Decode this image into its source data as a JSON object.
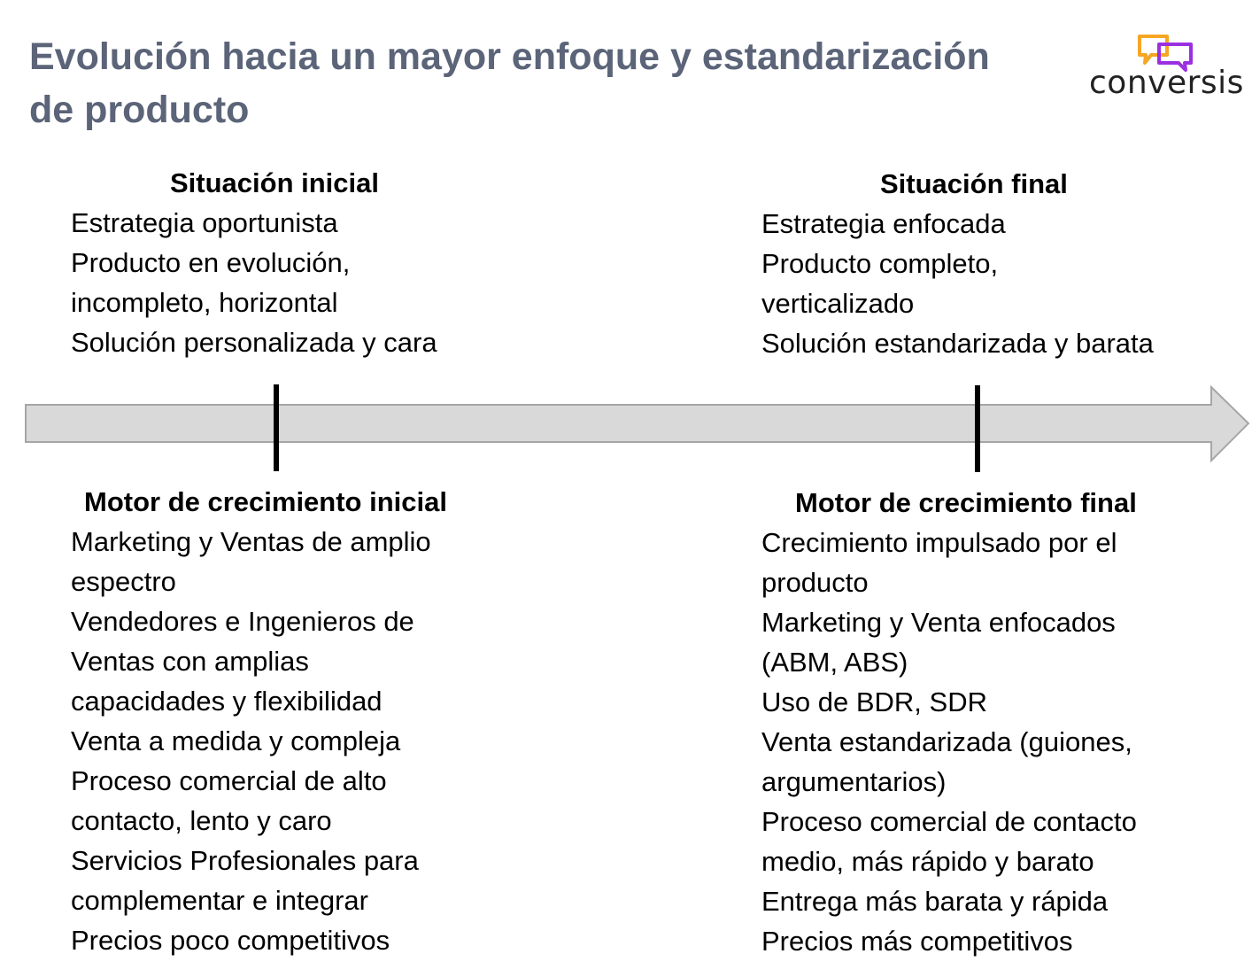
{
  "title": "Evolución hacia un mayor enfoque y estandarización de producto",
  "logo": {
    "text": "conversis",
    "icon": "chat-bubbles-icon",
    "colors": {
      "orange": "#f5a623",
      "purple": "#9b30e0"
    }
  },
  "colors": {
    "title": "#5b6478",
    "arrow_fill": "#d9d9d9",
    "arrow_stroke": "#a6a6a6",
    "marker": "#000000"
  },
  "situacion_inicial": {
    "heading": "Situación inicial",
    "lines": [
      "Estrategia oportunista",
      "Producto en evolución,",
      "incompleto, horizontal",
      "Solución personalizada y cara"
    ]
  },
  "situacion_final": {
    "heading": "Situación final",
    "lines": [
      "Estrategia enfocada",
      "Producto completo,",
      "verticalizado",
      "Solución estandarizada y barata"
    ]
  },
  "motor_inicial": {
    "heading": "Motor de crecimiento inicial",
    "lines": [
      "Marketing y Ventas de amplio",
      "espectro",
      "Vendedores e Ingenieros de",
      "Ventas con amplias",
      "capacidades y flexibilidad",
      "Venta a medida y compleja",
      "Proceso comercial de alto",
      "contacto, lento y caro",
      "Servicios Profesionales para",
      "complementar e integrar",
      "Precios poco competitivos"
    ]
  },
  "motor_final": {
    "heading": "Motor de crecimiento final",
    "lines": [
      "Crecimiento impulsado por el",
      "producto",
      "Marketing y Venta enfocados",
      "(ABM, ABS)",
      "Uso de BDR, SDR",
      "Venta estandarizada (guiones,",
      "argumentarios)",
      "Proceso comercial de contacto",
      "medio, más rápido y barato",
      "Entrega más barata y rápida",
      "Precios más competitivos"
    ]
  }
}
